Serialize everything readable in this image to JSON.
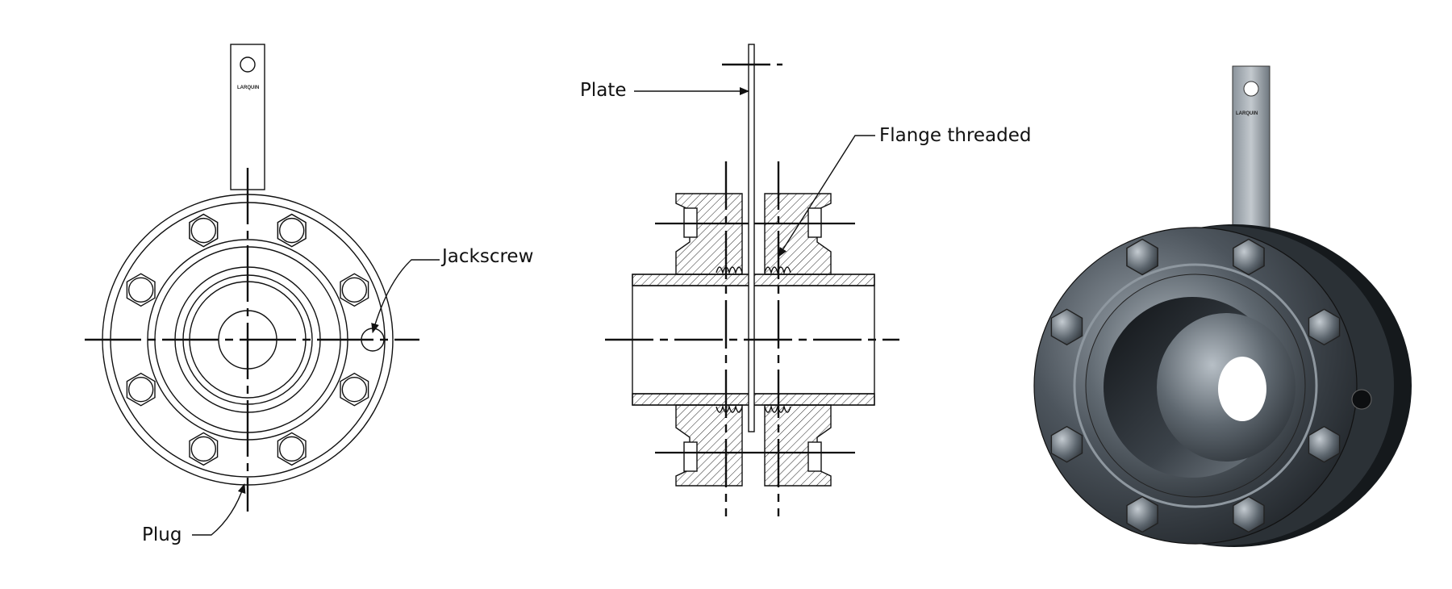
{
  "labels": {
    "plug": "Plug",
    "jackscrew": "Jackscrew",
    "plate": "Plate",
    "flange_threaded": "Flange threaded"
  },
  "brand_mark": "LARQUIN",
  "colors": {
    "line": "#111111",
    "steel_dark": "#1e2328",
    "steel_mid": "#5a636c",
    "steel_light": "#aeb6bd"
  }
}
